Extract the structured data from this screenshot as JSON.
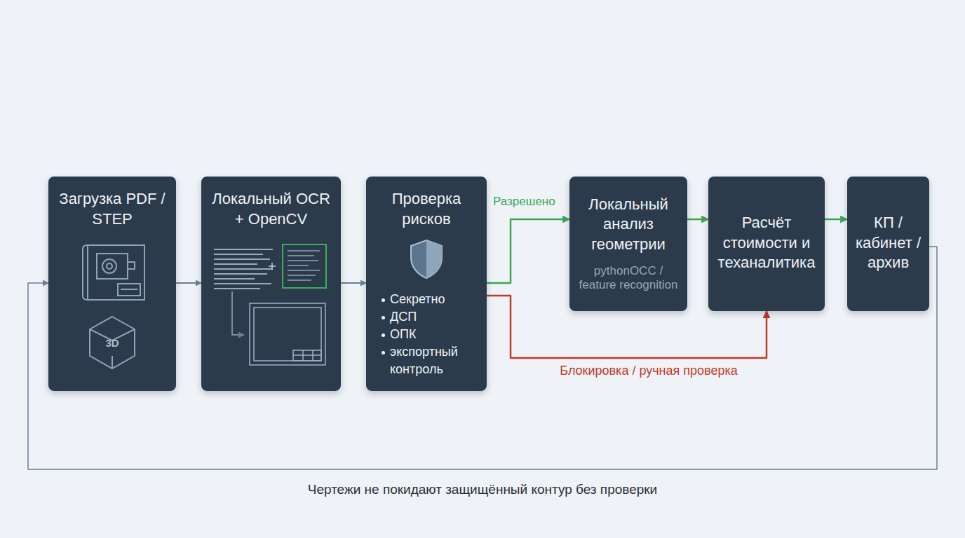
{
  "diagram": {
    "caption": "Чертежи не покидают защищённый контур без проверки",
    "nodes": [
      {
        "text": [
          "Загрузка PDF / STEP"
        ]
      },
      {
        "text": [
          "Локальный OCR + OpenCV"
        ]
      },
      {
        "text": [
          "Проверка рисков",
          "Секретно",
          "ДСП",
          "ОПК",
          "экспортный контроль"
        ]
      },
      {
        "text": [
          "Локальный анализ геометрии",
          "pythonOCC / feature recognition"
        ]
      },
      {
        "text": [
          "Расчёт стоимости и теханалитика"
        ]
      },
      {
        "text": [
          "КП / кабинет / архив"
        ]
      }
    ],
    "edges": [
      {
        "from": 0,
        "to": 1,
        "arrow": "to"
      },
      {
        "from": 1,
        "to": 2,
        "arrow": "to"
      },
      {
        "from": 2,
        "to": 3,
        "arrow": "to",
        "label": "Разрешено"
      },
      {
        "from": 3,
        "to": 4,
        "arrow": "to"
      },
      {
        "from": 4,
        "to": 5,
        "arrow": "to"
      },
      {
        "from": 2,
        "to": 4,
        "arrow": "to",
        "label": "Блокировка / ручная проверка"
      },
      {
        "from": 5,
        "to": 0,
        "arrow": "to"
      }
    ],
    "labels": [
      "3D"
    ]
  }
}
